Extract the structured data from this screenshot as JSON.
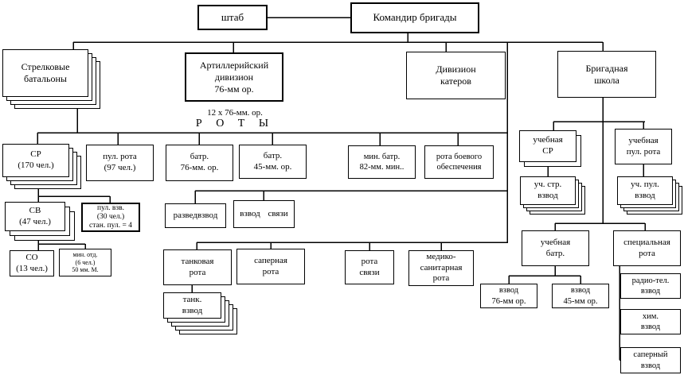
{
  "diagram": {
    "title": "Схема организации бригады",
    "colors": {
      "line": "#000000",
      "box_bg": "#ffffff",
      "page_bg": "#ffffff",
      "text": "#000000"
    },
    "nodes": {
      "shtab": "штаб",
      "commander": "Командир бригады",
      "rifle_battalions": "Стрелковые\nбатальоны",
      "artillery_division": "Артиллерийский\nдивизион\n76-мм ор.",
      "boat_division": "Дивизион\nкатеров",
      "brigade_school": "Бригадная\nшкола",
      "guns_note": "12 x 76-мм. ор.",
      "roty_heading": "Р О Т Ы",
      "sr": "СР\n(170 чел.)",
      "pul_rota": "пул. рота\n(97 чел.)",
      "batr_76": "батр.\n76-мм. ор.",
      "batr_45": "батр.\n45-мм. ор.",
      "min_batr": "мин. батр.\n82-мм. мин..",
      "rota_boevogo": "рота боевого\nобеспечения",
      "sv": "СВ\n(47 чел.)",
      "pul_vzv": "пул. взв.\n(30 чел.)\nстан. пул. = 4",
      "so": "СО\n(13 чел.)",
      "min_otd": "мин. отд.\n(6 чел.)\n50 мм. М.",
      "razvedvzvod": "разведвзвод",
      "vzvod_svyazi": "взвод связи",
      "tank_rota": "танковая\nрота",
      "saper_rota": "саперная\nрота",
      "rota_svyazi": "рота\nсвязи",
      "medsan_rota": "медико-\nсанитарная\nрота",
      "tank_vzvod": "танк.\nвзвод",
      "ucheb_sr": "учебная\nСР",
      "ucheb_pul_rota": "учебная\nпул. рота",
      "uch_str_vzvod": "уч. стр.\nвзвод",
      "uch_pul_vzvod": "уч. пул.\nвзвод",
      "ucheb_batr": "учебная\nбатр.",
      "spets_rota": "специальная\nрота",
      "vzvod_76": "взвод\n76-мм ор.",
      "vzvod_45": "взвод\n45-мм ор.",
      "radio_vzvod": "радио-тел.\nвзвод",
      "him_vzvod": "хим.\nвзвод",
      "saper_vzvod": "саперный\nвзвод"
    }
  }
}
